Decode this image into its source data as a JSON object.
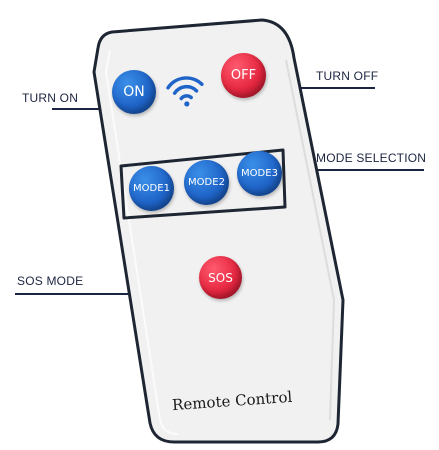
{
  "callouts": {
    "turn_on": "TURN ON",
    "turn_off": "TURN OFF",
    "mode_selection": "MODE SELECTION",
    "sos_mode": "SOS MODE"
  },
  "buttons": {
    "on": "ON",
    "off": "OFF",
    "mode1": "MODE1",
    "mode2": "MODE2",
    "mode3": "MODE3",
    "sos": "SOS"
  },
  "remote": {
    "label": "Remote Control",
    "signal_icon": "wifi-signal-icon"
  },
  "colors": {
    "button_blue": "#1f64c8",
    "button_red": "#e52740",
    "callout_line": "#1b2440",
    "remote_body": "#f2f2f2",
    "remote_outline": "#1f2633"
  }
}
